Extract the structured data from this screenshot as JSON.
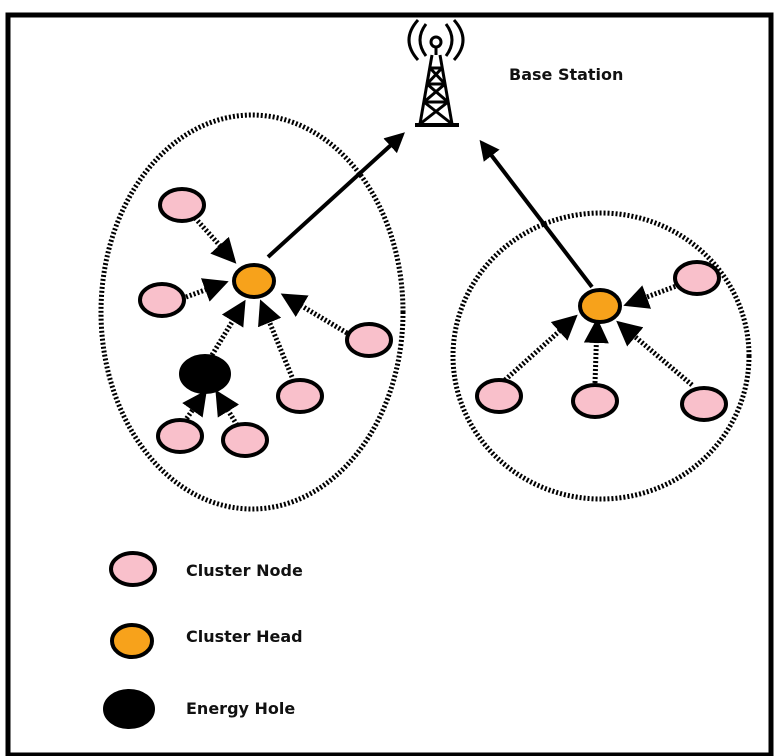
{
  "base_station": {
    "label": "Base Station",
    "icon": "radio-tower-icon"
  },
  "legend": [
    {
      "label": "Cluster Node",
      "color": "#f9c0cb"
    },
    {
      "label": "Cluster Head",
      "color": "#f7a21b"
    },
    {
      "label": "Energy Hole",
      "color": "#000000"
    }
  ],
  "colors": {
    "cluster_node": "#f9c0cb",
    "cluster_head": "#f7a21b",
    "energy_hole": "#000000",
    "outline": "#000000"
  }
}
